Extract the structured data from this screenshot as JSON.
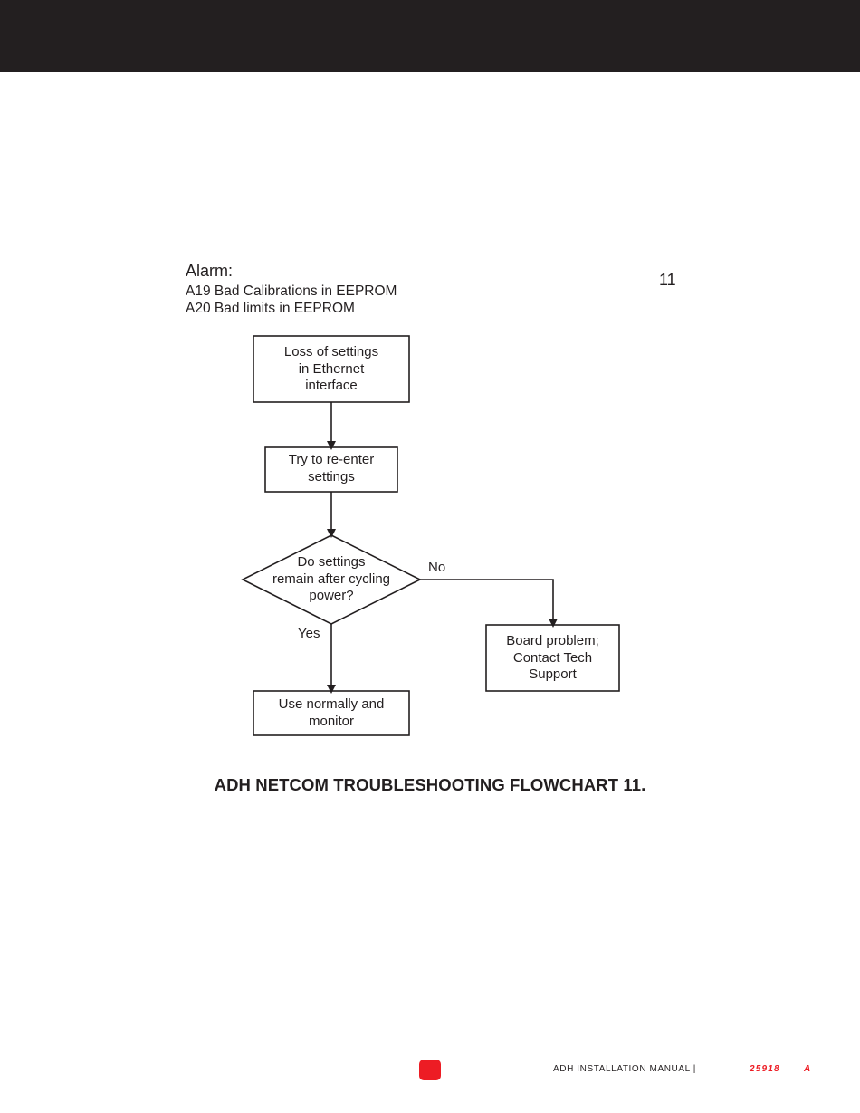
{
  "colors": {
    "header_band": "#231f20",
    "ink": "#231f20",
    "accent": "#ed1c24"
  },
  "alarm": {
    "title": "Alarm:",
    "lines": [
      "A19 Bad Calibrations in EEPROM",
      "A20 Bad limits in EEPROM"
    ]
  },
  "flowchart_number": "11",
  "flowchart": {
    "nodes": {
      "loss_settings": "Loss of settings\nin Ethernet\ninterface",
      "reenter_settings": "Try to re-enter\nsettings",
      "decision_settings_remain": "Do settings\nremain after cycling\npower?",
      "board_problem": "Board problem;\nContact Tech\nSupport",
      "use_normally": "Use normally and\nmonitor"
    },
    "edge_labels": {
      "no": "No",
      "yes": "Yes"
    }
  },
  "caption": "ADH NETCOM TROUBLESHOOTING FLOWCHART 11.",
  "footer": {
    "manual_label": "ADH INSTALLATION MANUAL |",
    "doc_number": "25918",
    "revision": "A"
  }
}
